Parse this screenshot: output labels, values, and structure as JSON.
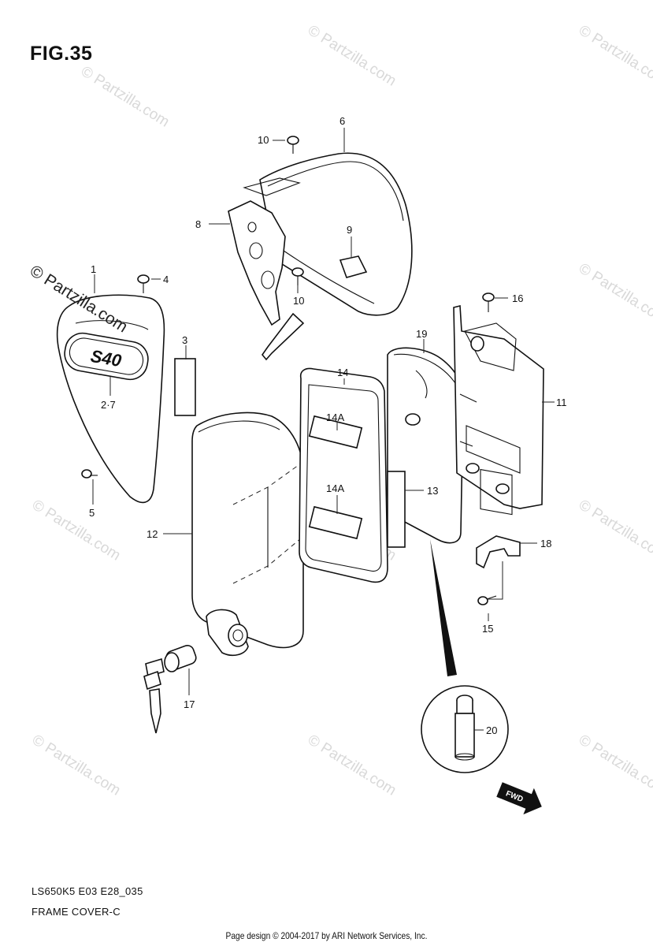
{
  "figure": {
    "title": "FIG.35",
    "model_code": "LS650K5 E03 E28_035",
    "section_name": "FRAME COVER-C"
  },
  "watermark": {
    "text": "© Partzilla.com"
  },
  "parts": [
    {
      "id": "p1",
      "label": "1"
    },
    {
      "id": "p4",
      "label": "4"
    },
    {
      "id": "p3",
      "label": "3"
    },
    {
      "id": "p27",
      "label": "2·7"
    },
    {
      "id": "p5",
      "label": "5"
    },
    {
      "id": "p6",
      "label": "6"
    },
    {
      "id": "p10a",
      "label": "10"
    },
    {
      "id": "p10b",
      "label": "10"
    },
    {
      "id": "p8",
      "label": "8"
    },
    {
      "id": "p9",
      "label": "9"
    },
    {
      "id": "p14",
      "label": "14"
    },
    {
      "id": "p14a1",
      "label": "14A"
    },
    {
      "id": "p14a2",
      "label": "14A"
    },
    {
      "id": "p12",
      "label": "12"
    },
    {
      "id": "p19",
      "label": "19"
    },
    {
      "id": "p13",
      "label": "13"
    },
    {
      "id": "p16",
      "label": "16"
    },
    {
      "id": "p11",
      "label": "11"
    },
    {
      "id": "p18",
      "label": "18"
    },
    {
      "id": "p15",
      "label": "15"
    },
    {
      "id": "p17",
      "label": "17"
    },
    {
      "id": "p20",
      "label": "20"
    }
  ],
  "badges": {
    "emblem_text": "S40",
    "fwd_text": "FWD"
  },
  "footer": {
    "credit": "Page design © 2004-2017 by ARI Network Services, Inc."
  }
}
